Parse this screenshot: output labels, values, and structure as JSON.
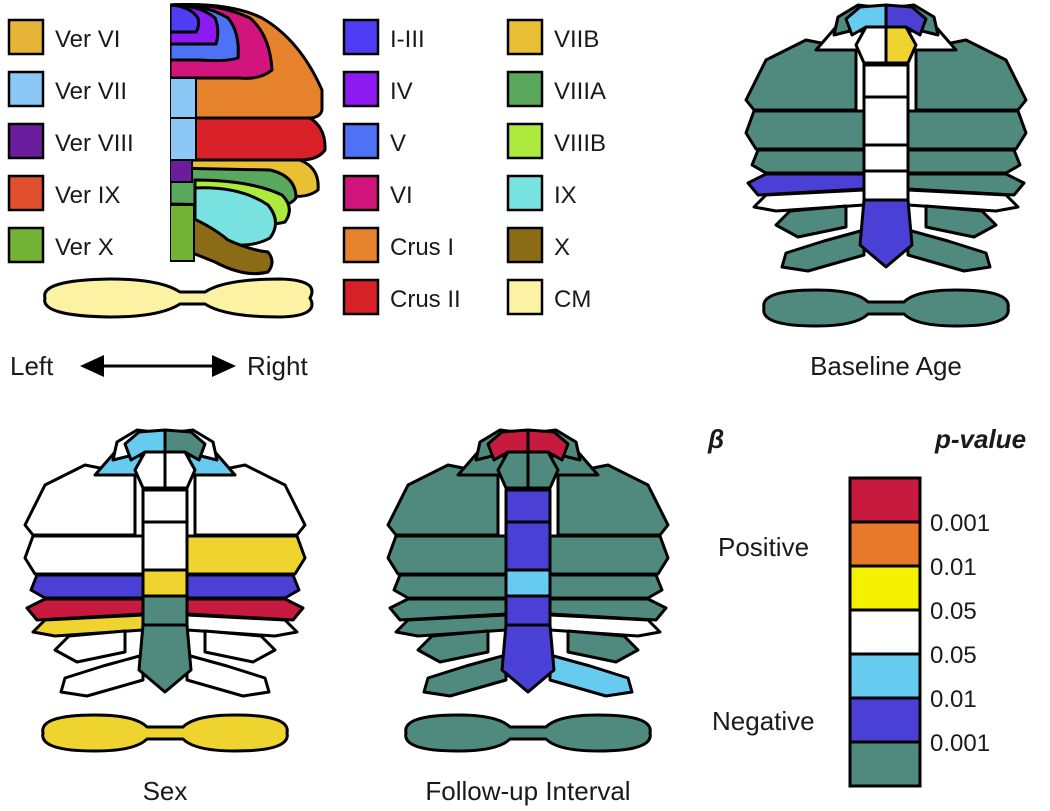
{
  "legend": {
    "vermis": [
      {
        "label": "Ver VI",
        "color": "#E6B437"
      },
      {
        "label": "Ver VII",
        "color": "#8CC8F5"
      },
      {
        "label": "Ver VIII",
        "color": "#6A1E9E"
      },
      {
        "label": "Ver IX",
        "color": "#E1502D"
      },
      {
        "label": "Ver X",
        "color": "#72B234"
      }
    ],
    "lobules_col1": [
      {
        "label": "I-III",
        "color": "#4F3DF5"
      },
      {
        "label": "IV",
        "color": "#8D1AF2"
      },
      {
        "label": "V",
        "color": "#4E72F5"
      },
      {
        "label": "VI",
        "color": "#D2157D"
      },
      {
        "label": "Crus I",
        "color": "#E5822B"
      },
      {
        "label": "Crus II",
        "color": "#D72027"
      }
    ],
    "lobules_col2": [
      {
        "label": "VIIB",
        "color": "#E9BF34"
      },
      {
        "label": "VIIIA",
        "color": "#5AA85E"
      },
      {
        "label": "VIIIB",
        "color": "#ACEB3D"
      },
      {
        "label": "IX",
        "color": "#77E2E0"
      },
      {
        "label": "X",
        "color": "#8B6B16"
      },
      {
        "label": "CM",
        "color": "#FBF3A3"
      }
    ]
  },
  "orientation": {
    "left": "Left",
    "right": "Right"
  },
  "panels": {
    "baseline_age": "Baseline Age",
    "sex": "Sex",
    "follow_up": "Follow-up Interval"
  },
  "colorbar": {
    "beta_label": "β",
    "pvalue_label": "p-value",
    "positive": "Positive",
    "negative": "Negative",
    "ticks": [
      "0.001",
      "0.01",
      "0.05",
      "0.05",
      "0.01",
      "0.001"
    ],
    "colors": [
      "#C8193F",
      "#E8782A",
      "#F5F200",
      "#FFFFFF",
      "#66CBEF",
      "#4A40D6",
      "#508A7E"
    ]
  }
}
